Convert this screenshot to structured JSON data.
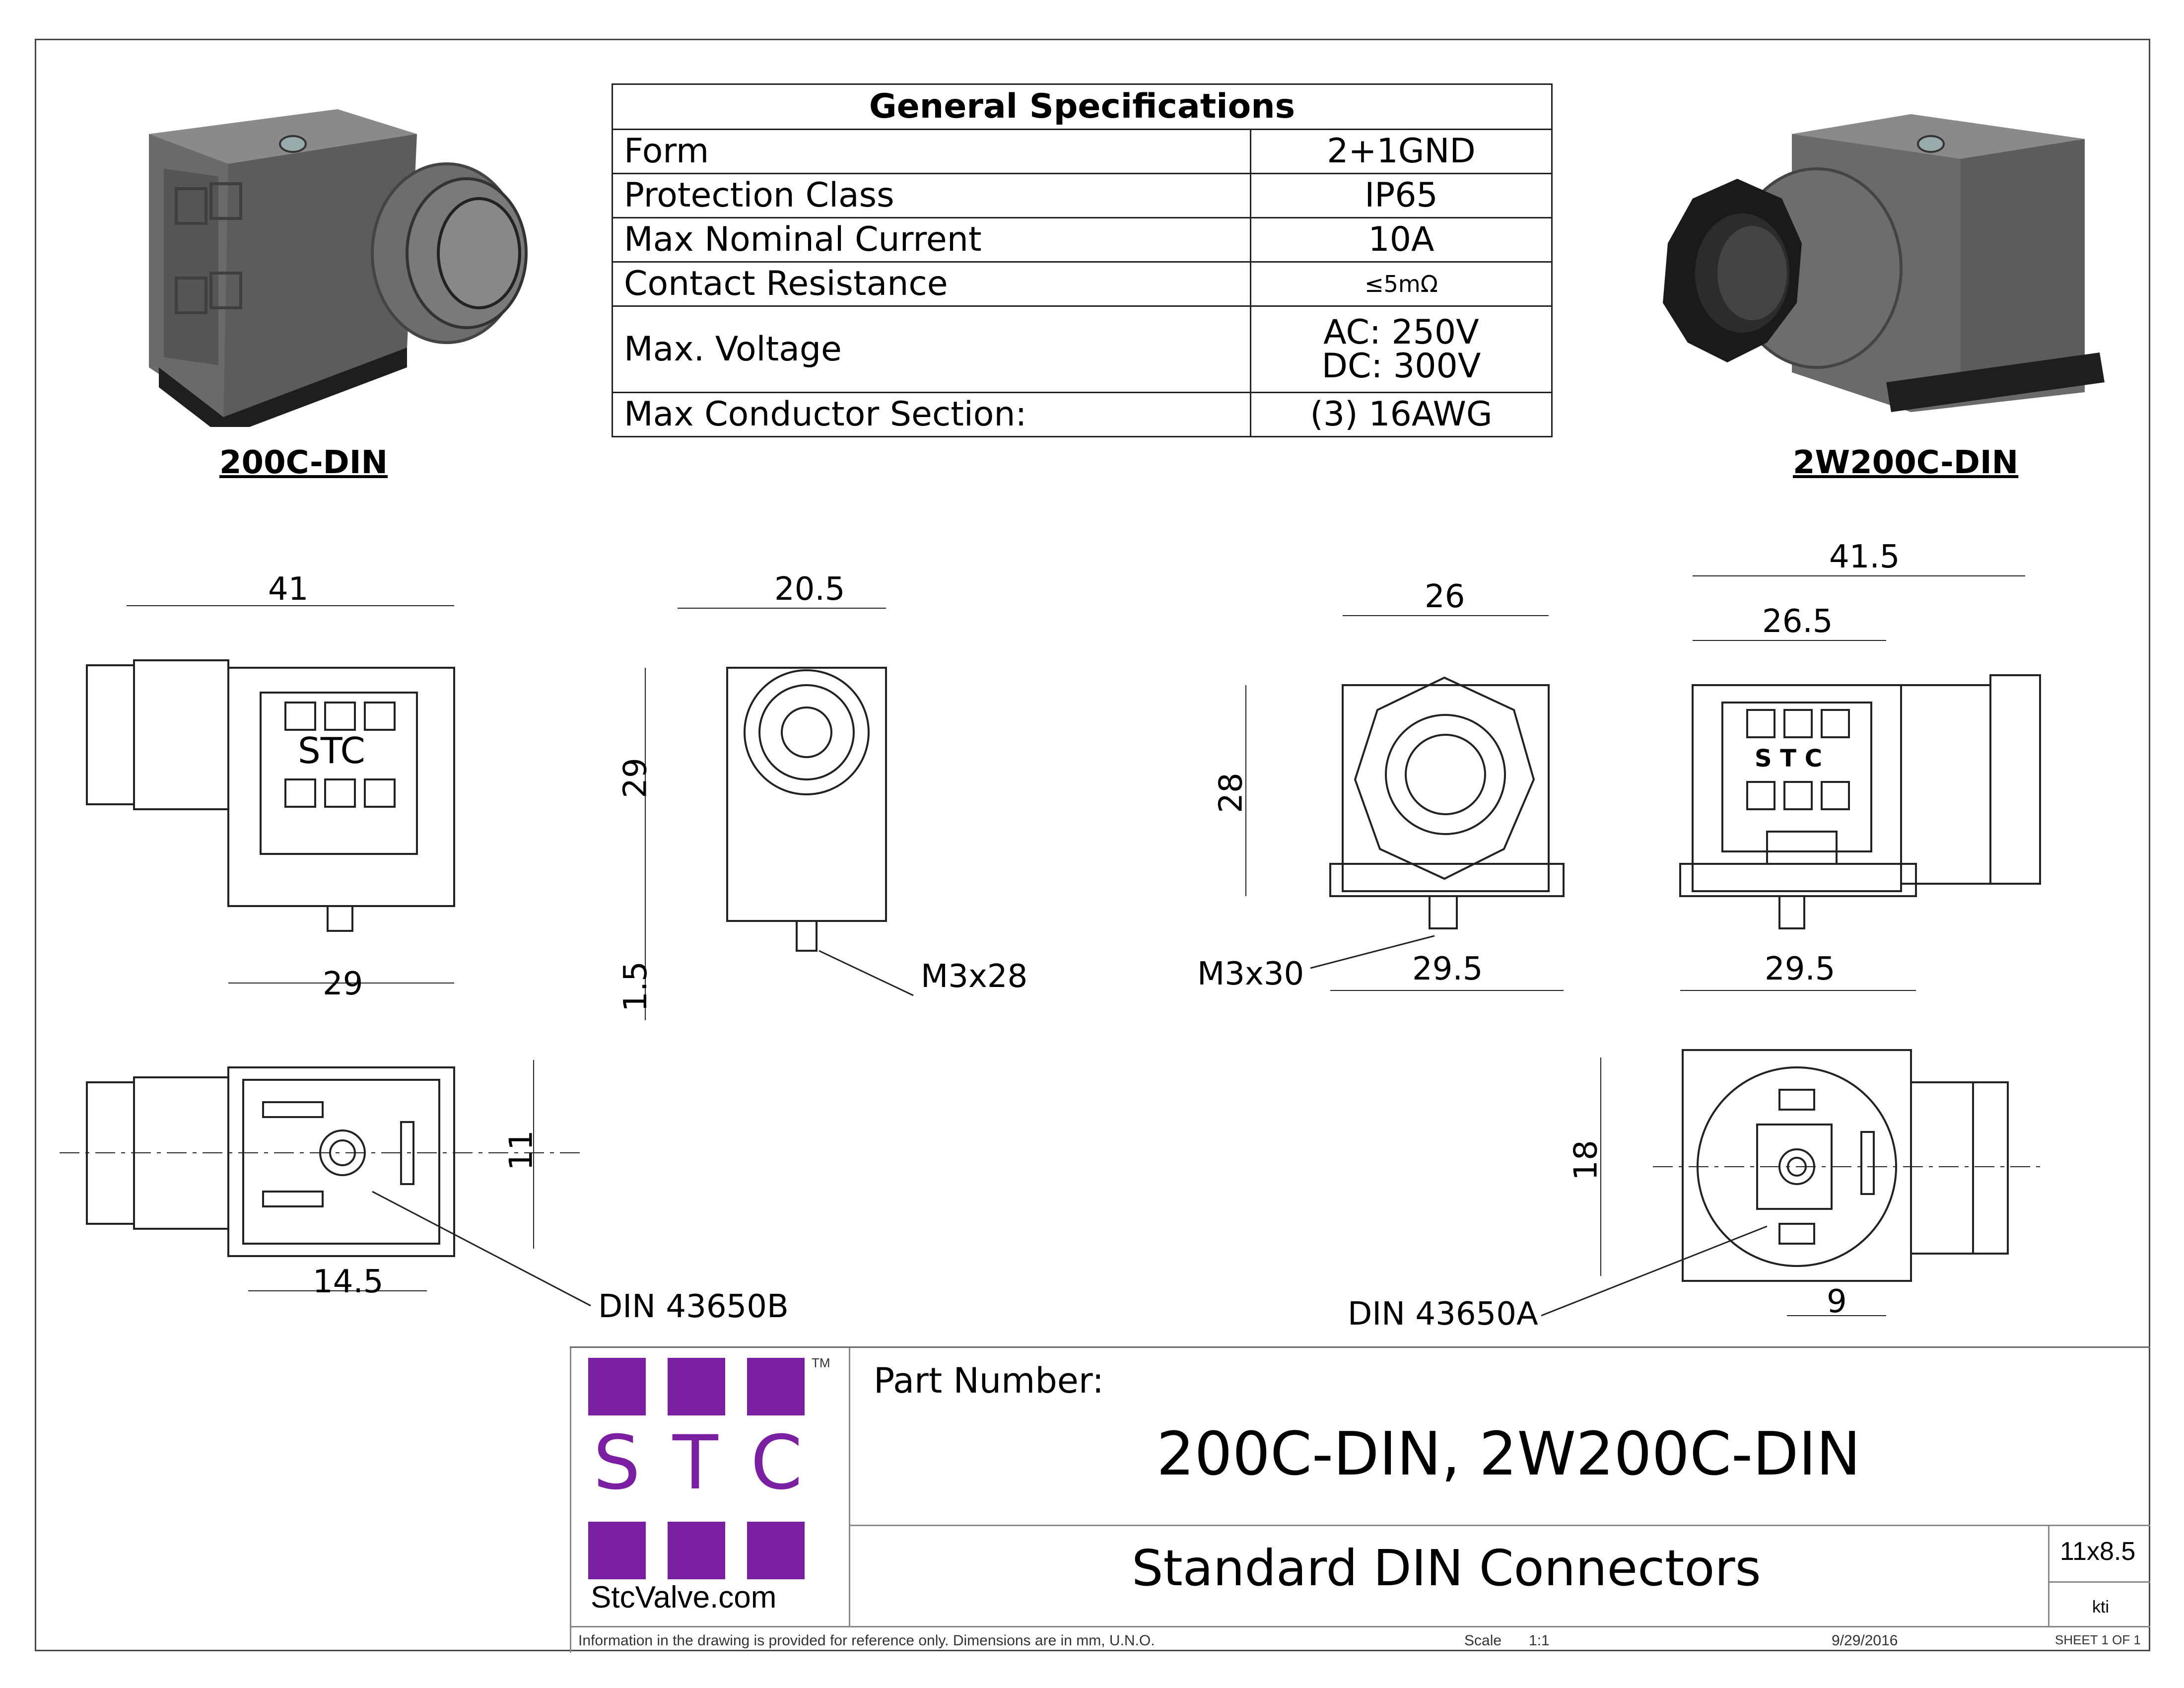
{
  "spec_table": {
    "title": "General Specifications",
    "rows": [
      {
        "label": "Form",
        "value": "2+1GND"
      },
      {
        "label": "Protection Class",
        "value": "IP65"
      },
      {
        "label": "Max Nominal Current",
        "value": "10A"
      },
      {
        "label": "Contact Resistance",
        "value": "≤5mΩ"
      },
      {
        "label": "Max. Voltage",
        "value": "AC: 250V",
        "value2": "DC: 300V"
      },
      {
        "label": "Max Conductor Section:",
        "value": "(3) 16AWG"
      }
    ]
  },
  "products": {
    "left": "200C-DIN",
    "right": "2W200C-DIN"
  },
  "dimensions": {
    "d41": "41",
    "d29_bottom": "29",
    "d20_5": "20.5",
    "d29_vert": "29",
    "d1_5": "1.5",
    "m3x28": "M3x28",
    "d26": "26",
    "d28": "28",
    "m3x30": "M3x30",
    "d29_5_a": "29.5",
    "d41_5": "41.5",
    "d26_5": "26.5",
    "d29_5_b": "29.5",
    "d11": "11",
    "d14_5": "14.5",
    "din_b": "DIN 43650B",
    "d18": "18",
    "d9": "9",
    "din_a": "DIN 43650A",
    "stc_label": "STC",
    "stc_label_2": "S T C"
  },
  "title_block": {
    "logo_letters": [
      "S",
      "T",
      "C"
    ],
    "tm": "TM",
    "website": "StcValve.com",
    "part_number_label": "Part Number:",
    "part_number": "200C-DIN, 2W200C-DIN",
    "description": "Standard DIN Connectors",
    "size": "11x8.5",
    "drawn_by": "kti",
    "note": "Information in the drawing is provided for reference only. Dimensions are in mm, U.N.O.",
    "scale_label": "Scale",
    "scale": "1:1",
    "date": "9/29/2016",
    "sheet": "SHEET 1 OF 1"
  },
  "colors": {
    "logo_purple": "#7a1fa2",
    "body_gray": "#5f5f5f",
    "line": "#222222"
  }
}
